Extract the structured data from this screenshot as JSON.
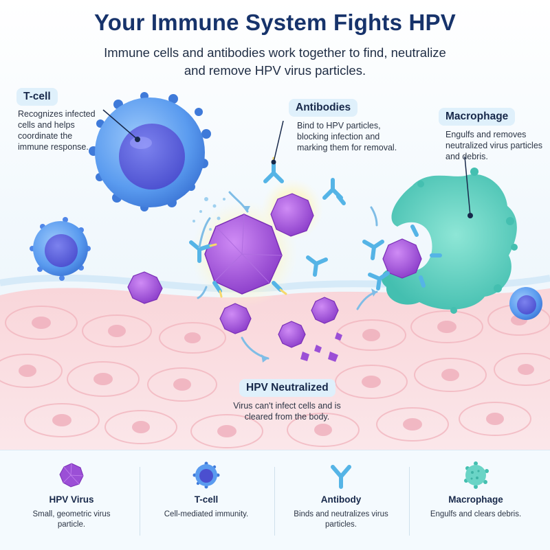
{
  "header": {
    "title": "Your Immune System Fights HPV",
    "subtitle": "Immune cells and antibodies work together to find, neutralize and remove HPV virus particles."
  },
  "callouts": {
    "tcell": {
      "title": "T-cell",
      "desc": "Recognizes infected cells and helps coordinate the immune response."
    },
    "antibodies": {
      "title": "Antibodies",
      "desc": "Bind to HPV particles, blocking infection and marking them for removal."
    },
    "macrophage": {
      "title": "Macrophage",
      "desc": "Engulfs and removes neutralized virus particles and debris."
    },
    "neutralized": {
      "title": "HPV Neutralized",
      "desc": "Virus can't infect cells and is cleared from the body."
    }
  },
  "legend": [
    {
      "name": "HPV Virus",
      "desc": "Small, geometric virus particle.",
      "icon": "hpv-virus-icon"
    },
    {
      "name": "T-cell",
      "desc": "Cell-mediated immunity.",
      "icon": "t-cell-icon"
    },
    {
      "name": "Antibody",
      "desc": "Binds and neutralizes virus particles.",
      "icon": "antibody-icon"
    },
    {
      "name": "Macrophage",
      "desc": "Engulfs and clears debris.",
      "icon": "macrophage-icon"
    }
  ],
  "colors": {
    "title": "#17336b",
    "virus": "#9b4fd6",
    "tcell": "#4f86e8",
    "antibody": "#55b4e6",
    "macrophage": "#58cdbf",
    "tissue": "#f6c9cf"
  }
}
